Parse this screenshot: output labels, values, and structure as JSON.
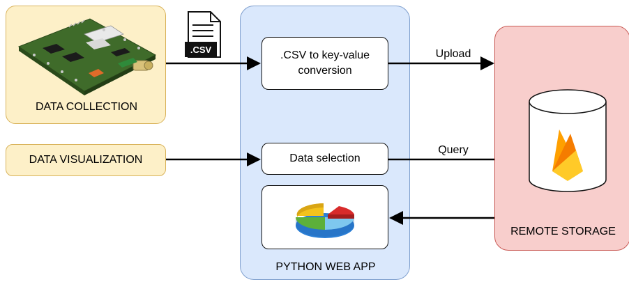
{
  "file_icon_label": ".CSV",
  "blocks": {
    "data_collection": "DATA COLLECTION",
    "data_visualization": "DATA VISUALIZATION",
    "python_web_app": "PYTHON WEB APP",
    "remote_storage": "REMOTE STORAGE"
  },
  "steps": {
    "csv_conversion_line1": ".CSV to key-value",
    "csv_conversion_line2": "conversion",
    "data_selection": "Data selection"
  },
  "edges": {
    "upload": "Upload",
    "query": "Query"
  },
  "colors": {
    "collection_fill": "#fdf0c8",
    "app_fill": "#dae8fc",
    "storage_fill": "#f8cecc"
  }
}
